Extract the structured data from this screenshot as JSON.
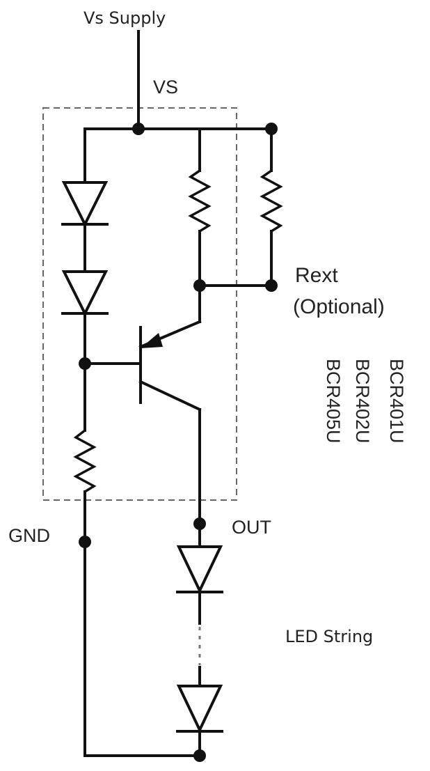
{
  "labels": {
    "supply": "Vs Supply",
    "vs_pin": "VS",
    "rext_line1": "Rext",
    "rext_line2": "(Optional)",
    "gnd_pin": "GND",
    "out_pin": "OUT",
    "led_string": "LED String",
    "parts": [
      "BCR401U",
      "BCR402U",
      "BCR405U"
    ]
  },
  "colors": {
    "wire": "#111111",
    "package_outline": "#666666",
    "background": "#ffffff"
  }
}
